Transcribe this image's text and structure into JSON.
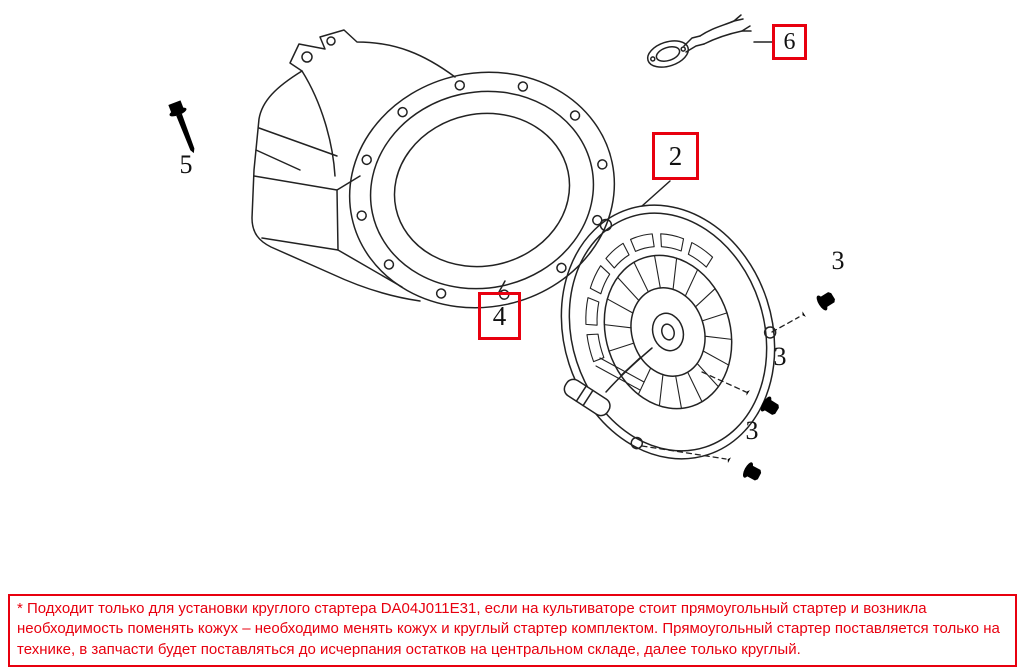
{
  "colors": {
    "callout_red": "#e8000f",
    "line_art": "#222222"
  },
  "callouts": {
    "part2": {
      "label": "2",
      "highlighted": true
    },
    "part3a": {
      "label": "3",
      "highlighted": false
    },
    "part3b": {
      "label": "3",
      "highlighted": false
    },
    "part3c": {
      "label": "3",
      "highlighted": false
    },
    "part4": {
      "label": "4",
      "highlighted": true
    },
    "part5": {
      "label": "5",
      "highlighted": false
    },
    "part6": {
      "label": "6",
      "highlighted": true
    }
  },
  "note": {
    "text": "* Подходит только для установки круглого стартера DA04J011E31, если на культиваторе стоит прямоугольный стартер и возникла необходимость поменять кожух – необходимо менять кожух и круглый стартер комплектом. Прямоугольный стартер поставляется только на технике, в запчасти будет поставляться до исчерпания остатков на центральном складе, далее только круглый."
  }
}
